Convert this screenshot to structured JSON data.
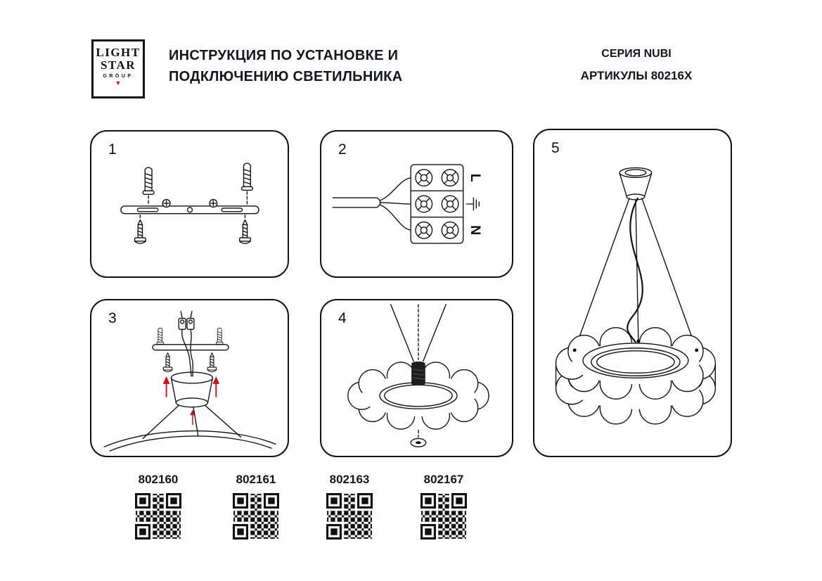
{
  "colors": {
    "ink": "#111111",
    "accent_red": "#c4151c",
    "logo_red": "#b5121b",
    "page_bg": "#ffffff"
  },
  "logo": {
    "line1": "LIGHT",
    "line2": "STAR",
    "line3": "GROUP",
    "mark": "▼"
  },
  "header": {
    "title_line1": "ИНСТРУКЦИЯ ПО УСТАНОВКЕ И",
    "title_line2": "ПОДКЛЮЧЕНИЮ СВЕТИЛЬНИКА",
    "series": "СЕРИЯ NUBI",
    "articles": "АРТИКУЛЫ 80216X"
  },
  "steps": [
    {
      "number": "1"
    },
    {
      "number": "2"
    },
    {
      "number": "3"
    },
    {
      "number": "4"
    },
    {
      "number": "5"
    }
  ],
  "wiring": {
    "line_label": "L",
    "earth_symbol": "⏚",
    "neutral_label": "N"
  },
  "qr_items": [
    {
      "label": "802160"
    },
    {
      "label": "802161"
    },
    {
      "label": "802163"
    },
    {
      "label": "802167"
    }
  ]
}
